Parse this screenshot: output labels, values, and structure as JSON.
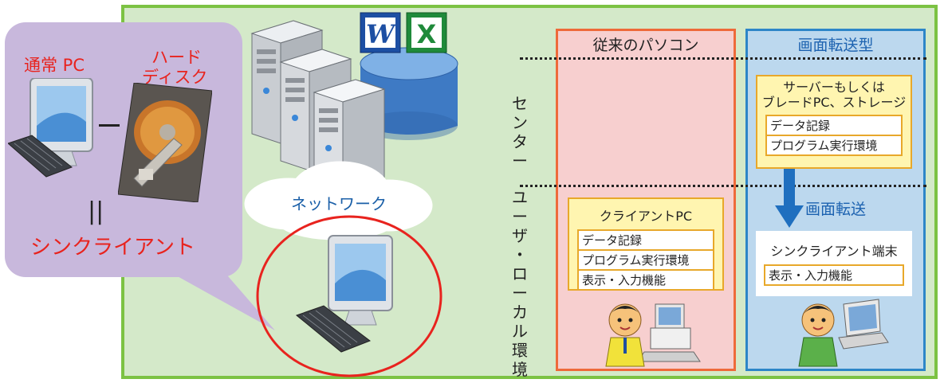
{
  "left_panel": {
    "pc_label": "通常 PC",
    "hdd_label_line1": "ハード",
    "hdd_label_line2": "ディスク",
    "equals_sign": "||",
    "thin_client_label": "シンクライアント"
  },
  "network": {
    "label": "ネットワーク",
    "app_icons": [
      "W",
      "X"
    ]
  },
  "side_labels": {
    "center": [
      "セ",
      "ン",
      "タ",
      "ー"
    ],
    "user_local": [
      "ユ",
      "ー",
      "ザ",
      "・",
      "ロ",
      "ー",
      "カ",
      "ル",
      "環",
      "境"
    ]
  },
  "columns": {
    "legacy": {
      "title": "従来のパソコン",
      "box_title": "クライアントPC",
      "items": [
        "データ記録",
        "プログラム実行環境",
        "表示・入力機能"
      ]
    },
    "screen_transfer": {
      "title": "画面転送型",
      "server_title_line1": "サーバーもしくは",
      "server_title_line2": "ブレードPC、ストレージ",
      "server_items": [
        "データ記録",
        "プログラム実行環境"
      ],
      "transfer_label": "画面転送",
      "thin_title": "シンクライアント端末",
      "thin_items": [
        "表示・入力機能"
      ]
    }
  },
  "colors": {
    "accent_red": "#e8231e",
    "panel_green": "#d4e9c9",
    "legacy_fill": "#f7cfcf",
    "screen_fill": "#bcd8ee",
    "arrow_blue": "#1f6fbf"
  }
}
